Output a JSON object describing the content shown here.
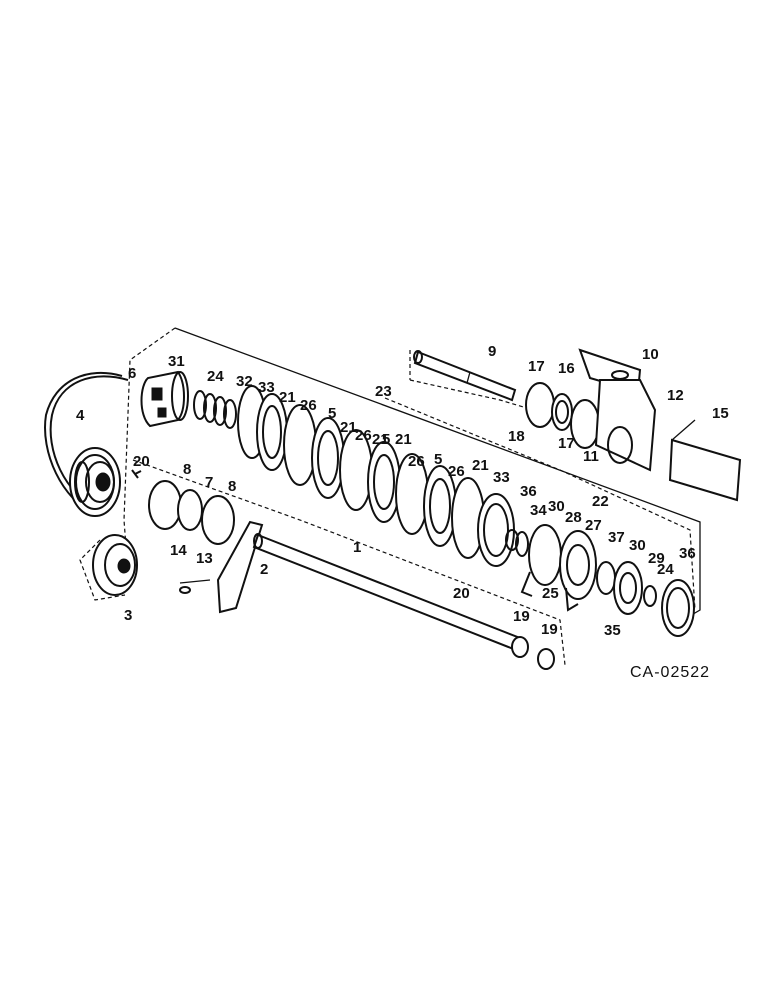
{
  "diagram": {
    "drawing_id": "CA-02522",
    "callouts": [
      "1",
      "2",
      "3",
      "4",
      "5",
      "5",
      "5",
      "6",
      "7",
      "8",
      "8",
      "9",
      "10",
      "11",
      "12",
      "13",
      "14",
      "15",
      "16",
      "17",
      "17",
      "18",
      "19",
      "19",
      "20",
      "20",
      "21",
      "21",
      "21",
      "21",
      "21",
      "22",
      "23",
      "24",
      "24",
      "25",
      "26",
      "26",
      "26",
      "26",
      "27",
      "28",
      "29",
      "30",
      "30",
      "31",
      "32",
      "33",
      "33",
      "34",
      "35",
      "36",
      "36",
      "37"
    ]
  }
}
